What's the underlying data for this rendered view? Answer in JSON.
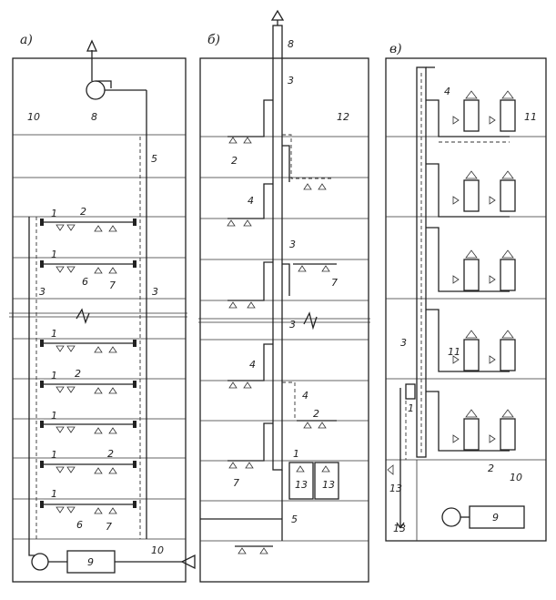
{
  "panels": {
    "a": {
      "label": "а)"
    },
    "b": {
      "label": "б)"
    },
    "c": {
      "label": "в)"
    }
  },
  "labels": {
    "n1": "1",
    "n2": "2",
    "n3": "3",
    "n4": "4",
    "n5": "5",
    "n6": "6",
    "n7": "7",
    "n8": "8",
    "n9": "9",
    "n10": "10",
    "n11": "11",
    "n12": "12",
    "n13": "13"
  }
}
